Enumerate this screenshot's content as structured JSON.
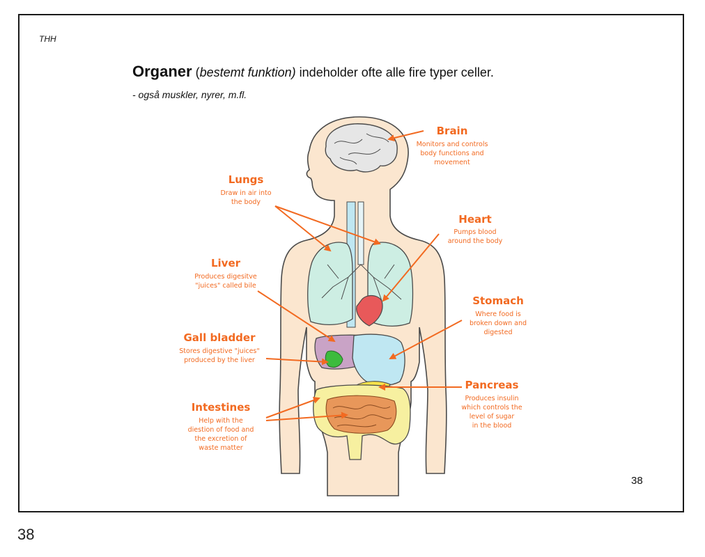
{
  "slide": {
    "author": "THH",
    "title_bold": "Organer",
    "title_open_paren": " (",
    "title_italic": "bestemt funktion)",
    "title_rest": " indeholder ofte alle fire typer celler.",
    "subtitle": "- også muskler, nyrer, m.fl.",
    "slide_number": "38"
  },
  "page_number": "38",
  "colors": {
    "label": "#f26a21",
    "skin": "#fbe6cf",
    "lungs": "#cdeee3",
    "heart": "#e8595a",
    "liver": "#c9a3c6",
    "stomach": "#bfe7f2",
    "pancreas": "#f7e24a",
    "gall_bladder": "#3dbb3d",
    "large_intestine": "#f7f0a0",
    "small_intestine": "#e8975a"
  },
  "organs": {
    "brain": {
      "label": "Brain",
      "desc": [
        "Monitors and controls",
        "body functions and",
        "movement"
      ]
    },
    "lungs": {
      "label": "Lungs",
      "desc": [
        "Draw in air into",
        "the body"
      ]
    },
    "heart": {
      "label": "Heart",
      "desc": [
        "Pumps blood",
        "around the body"
      ]
    },
    "liver": {
      "label": "Liver",
      "desc": [
        "Produces digesitve",
        "\"juices\" called bile"
      ]
    },
    "stomach": {
      "label": "Stomach",
      "desc": [
        "Where food is",
        "broken down and",
        "digested"
      ]
    },
    "gall_bladder": {
      "label": "Gall bladder",
      "desc": [
        "Stores digestive \"juices\"",
        "produced by the liver"
      ]
    },
    "pancreas": {
      "label": "Pancreas",
      "desc": [
        "Produces insulin",
        "which controls the",
        "level of sugar",
        "in the blood"
      ]
    },
    "intestines": {
      "label": "Intestines",
      "desc": [
        "Help with the",
        "diestion of food and",
        "the excretion of",
        "waste matter"
      ]
    }
  }
}
